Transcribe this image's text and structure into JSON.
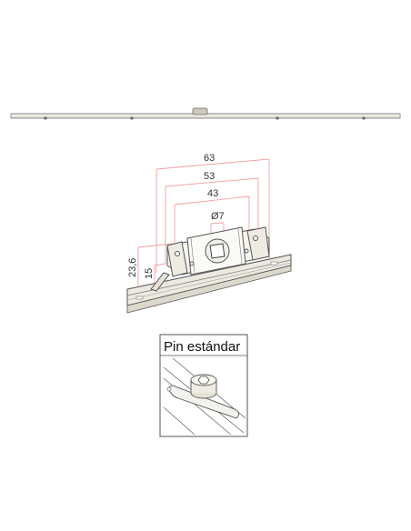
{
  "dimensions": {
    "d63": "63",
    "d53": "53",
    "d43": "43",
    "d7": "Ø7",
    "h236": "23,6",
    "h15": "15"
  },
  "pin_box": {
    "label": "Pin estándar"
  },
  "colors": {
    "dimension_lines": "#f2a0a0",
    "outline": "#555555",
    "metal": "#d9d4c8"
  }
}
